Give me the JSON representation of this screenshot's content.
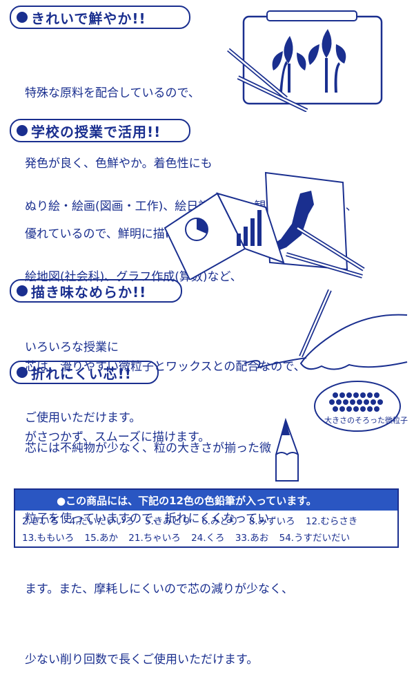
{
  "sections": [
    {
      "title": "きれいで鮮やか!!",
      "lines": [
        "特殊な原料を配合しているので、",
        "発色が良く、色鮮やか。着色性にも",
        "優れているので、鮮明に描けます。"
      ]
    },
    {
      "title": "学校の授業で活用!!",
      "lines": [
        "ぬり絵・絵画(図画・工作)、絵日記(国語)、観察日記(生活科)、",
        "絵地図(社会科)、グラフ作成(算数)など、",
        "いろいろな授業に",
        "ご使用いただけます。"
      ]
    },
    {
      "title": "描き味なめらか!!",
      "lines": [
        "芯は、滑りやすい微粒子とワックスとの配合なので、",
        "がさつかず、スムーズに描けます。"
      ]
    },
    {
      "title": "折れにくい芯!!",
      "lines": [
        "芯には不純物が少なく、粒の大きさが揃った微",
        "粒子を使っていますので、折れにくくなってい",
        "ます。また、摩耗しにくいので芯の減りが少なく、",
        "少ない削り回数で長くご使用いただけます。"
      ],
      "callout": "大きさのそろった微粒子"
    }
  ],
  "product_box": {
    "title": "●この商品には、下記の12色の色鉛筆が入っています。",
    "colors": [
      "2.きいろ",
      "4.だいだいいろ",
      "5.きみどり",
      "6.みどり",
      "8.みずいろ",
      "12.むらさき",
      "13.ももいろ",
      "15.あか",
      "21.ちゃいろ",
      "24.くろ",
      "33.あお",
      "54.うすだいだい"
    ]
  },
  "palette": {
    "primary": "#1a2f8f",
    "band": "#2a56c2"
  }
}
